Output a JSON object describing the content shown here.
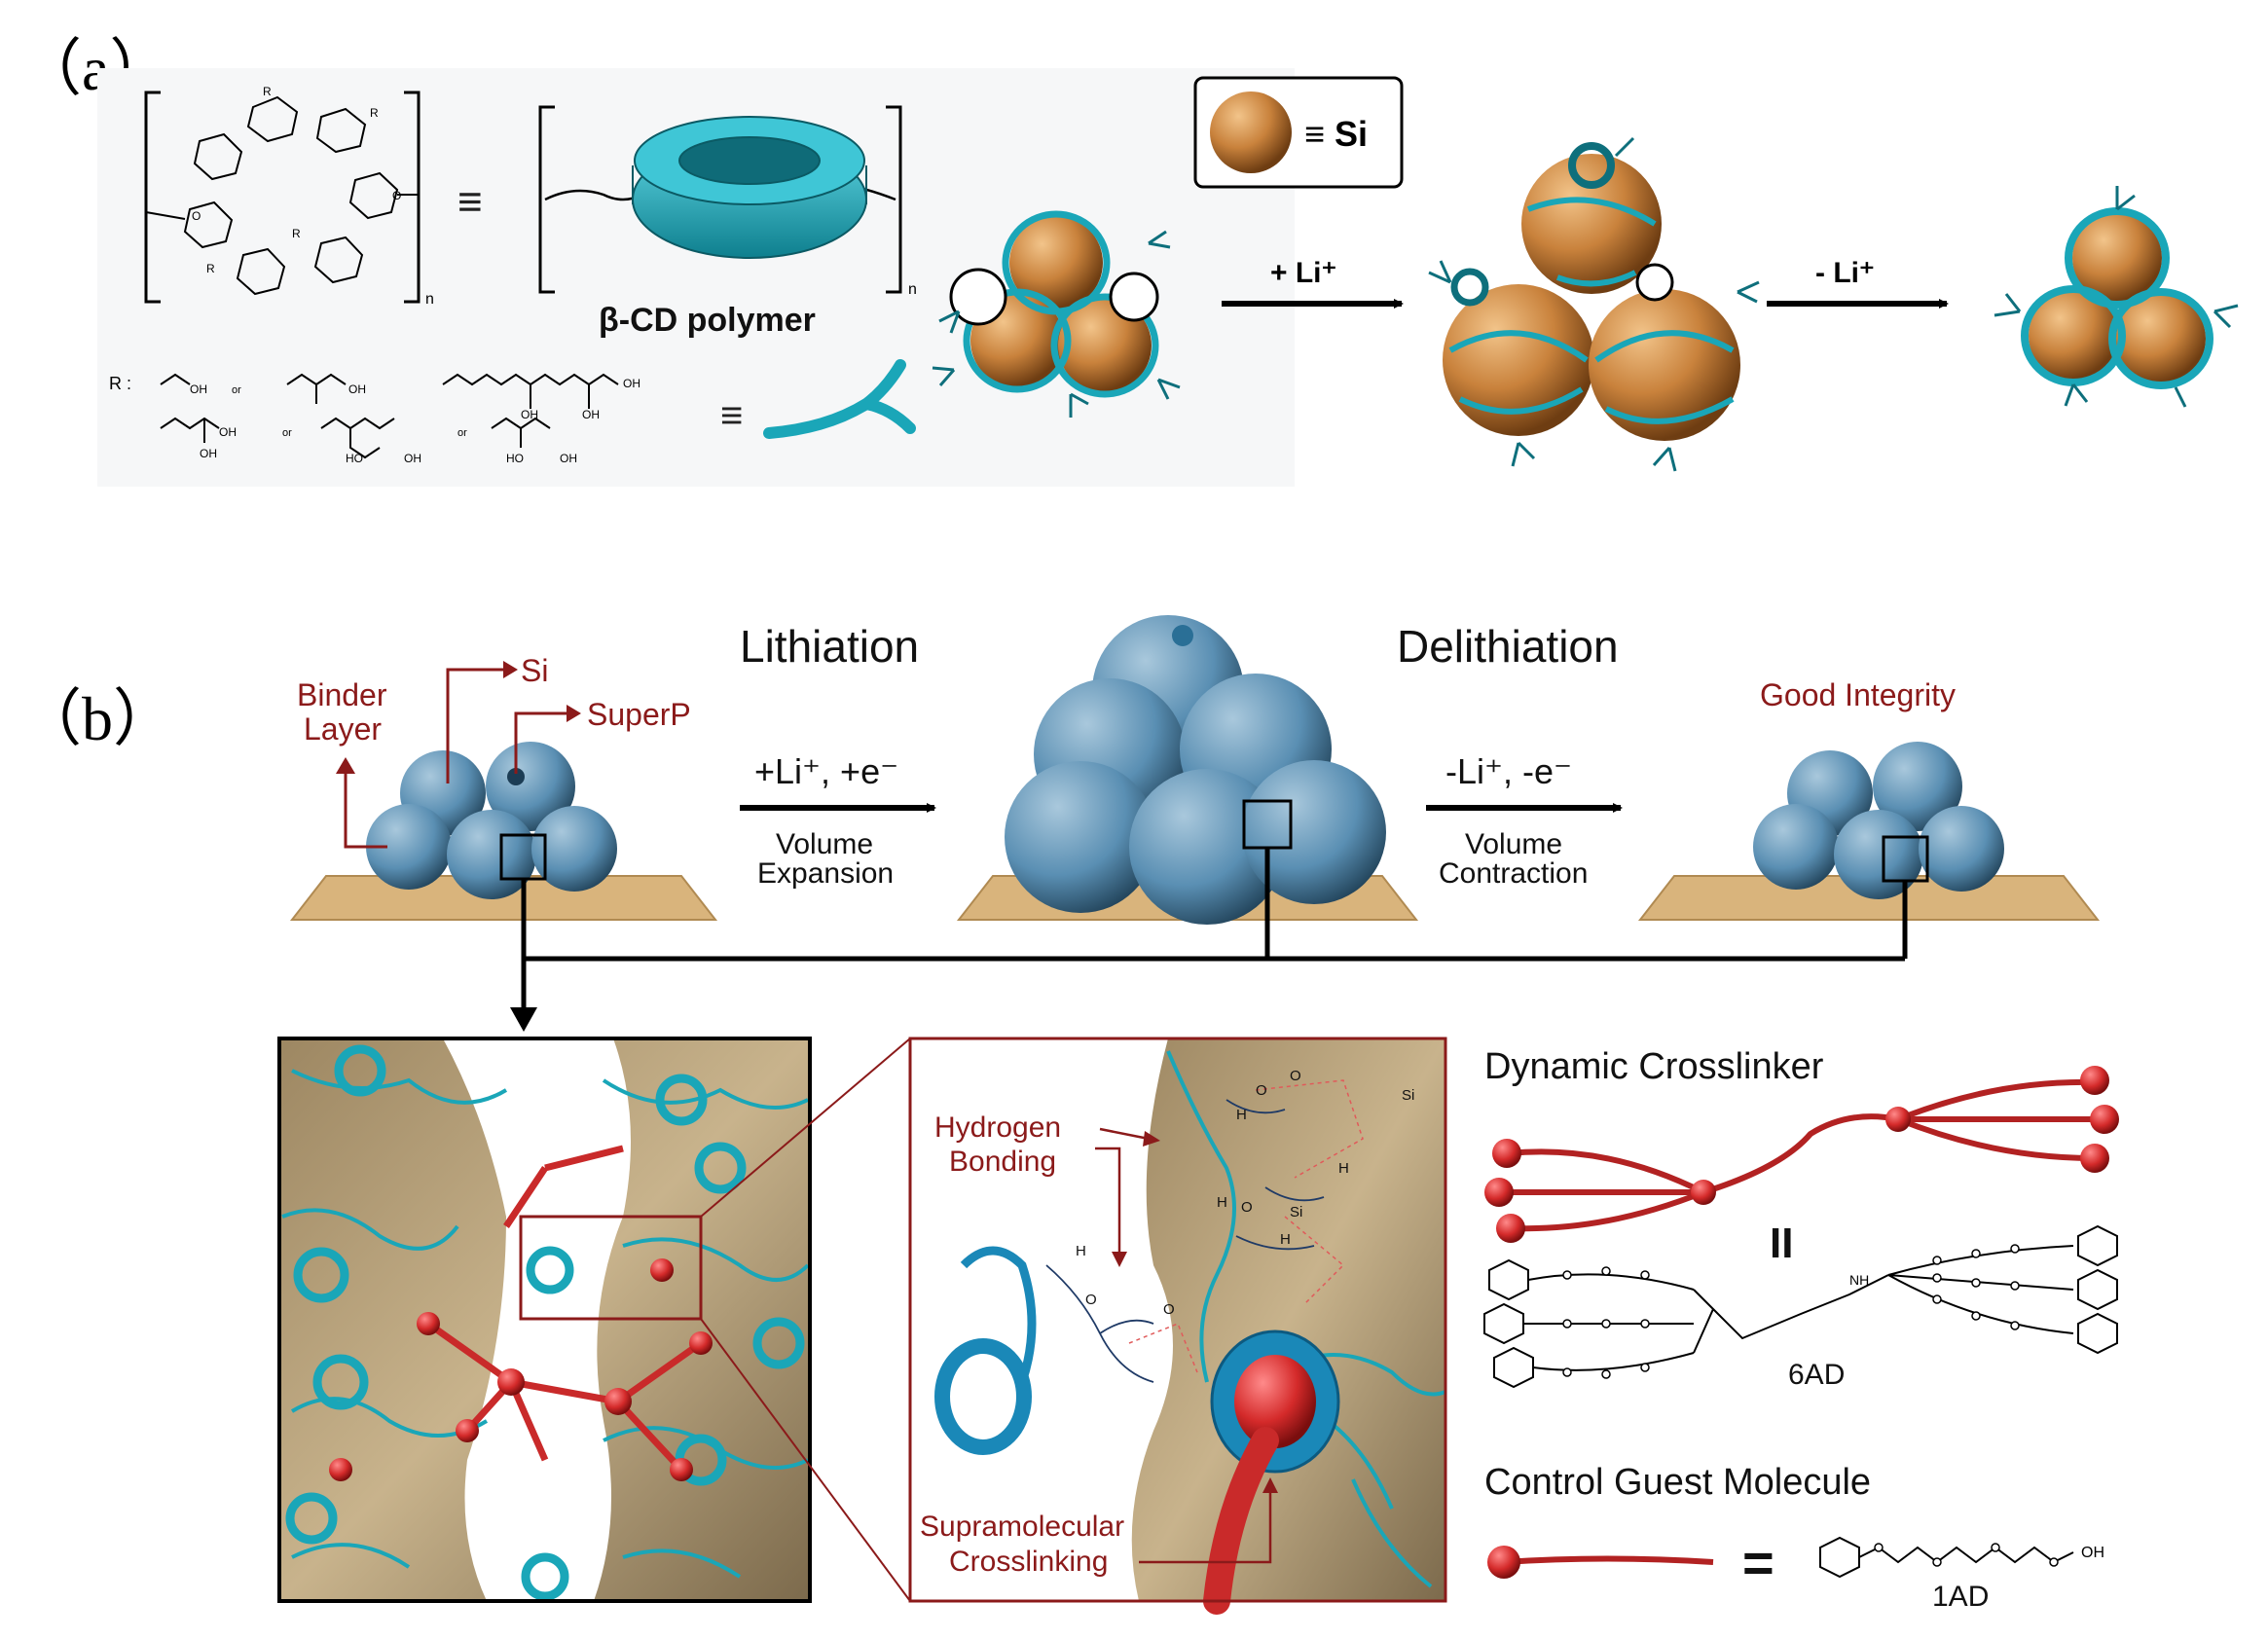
{
  "panel_a": {
    "label": "（a）",
    "equiv": "≡",
    "subscript_n": "n",
    "polymer_label": "β-CD polymer",
    "r_label": "R :",
    "or_label": "or",
    "si_legend": "≡ Si",
    "arrow_lithiation": "+ Li⁺",
    "arrow_delithiation": "- Li⁺",
    "chem_atoms": {
      "R": "R",
      "O": "O",
      "OH": "OH",
      "HO": "HO"
    }
  },
  "panel_b": {
    "label": "（b）",
    "step1_title": "Lithiation",
    "step2_title": "Delithiation",
    "binder_layer": "Binder Layer",
    "binder_layer_line1": "Binder",
    "binder_layer_line2": "Layer",
    "si": "Si",
    "superp": "SuperP",
    "good_integrity": "Good Integrity",
    "arrow1_label": "+Li⁺, +e⁻",
    "arrow1_sub1": "Volume",
    "arrow1_sub2": "Expansion",
    "arrow2_label": "-Li⁺, -e⁻",
    "arrow2_sub1": "Volume",
    "arrow2_sub2": "Contraction",
    "hydrogen_bonding_line1": "Hydrogen",
    "hydrogen_bonding_line2": "Bonding",
    "supramolecular_line1": "Supramolecular",
    "supramolecular_line2": "Crosslinking",
    "dynamic_crosslinker": "Dynamic Crosslinker",
    "equals_vertical": "II",
    "mol_6ad": "6AD",
    "control_guest": "Control Guest Molecule",
    "equals": "=",
    "mol_1ad": "1AD",
    "oh": "OH",
    "nh": "NH",
    "h": "H",
    "o": "O",
    "si_atom": "Si"
  },
  "colors": {
    "cyan": "#1aa6b8",
    "cyan_dark": "#0e6f7c",
    "si_orange": "#c9823c",
    "blue_particle": "#5a8fb3",
    "dark_red": "#8b1a1a",
    "red": "#d42a2a",
    "tan": "#b9a27a",
    "substrate": "#d9b47c"
  }
}
